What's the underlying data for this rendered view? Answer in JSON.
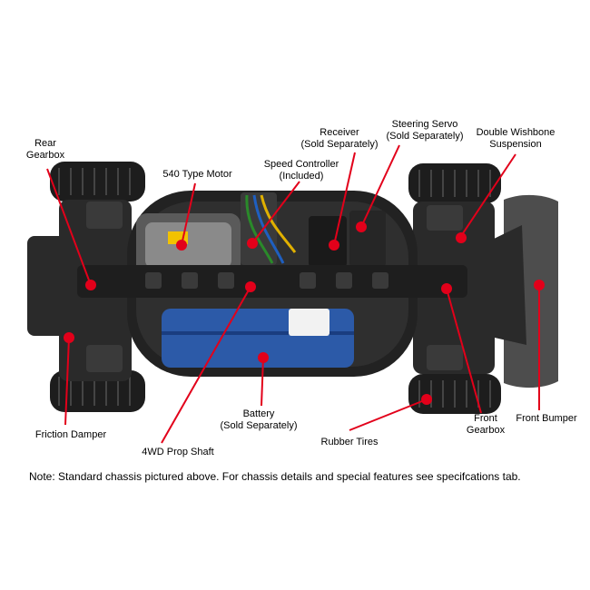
{
  "labels": {
    "rear_gearbox": [
      "Rear",
      "Gearbox"
    ],
    "motor": [
      "540 Type Motor"
    ],
    "speed_controller": [
      "Speed Controller",
      "(Included)"
    ],
    "receiver": [
      "Receiver",
      "(Sold Separately)"
    ],
    "steering_servo": [
      "Steering Servo",
      "(Sold Separately)"
    ],
    "double_wishbone": [
      "Double Wishbone",
      "Suspension"
    ],
    "friction_damper": [
      "Friction Damper"
    ],
    "prop_shaft": [
      "4WD Prop Shaft"
    ],
    "battery": [
      "Battery",
      "(Sold Separately)"
    ],
    "rubber_tires": [
      "Rubber Tires"
    ],
    "front_gearbox": [
      "Front",
      "Gearbox"
    ],
    "front_bumper": [
      "Front Bumper"
    ]
  },
  "note": "Note: Standard chassis pictured above. For chassis details and special features see specifcations tab.",
  "colors": {
    "callout": "#e2001a",
    "chassis": "#2b2b2b",
    "tire": "#1c1c1c",
    "bumper": "#4a4a4a",
    "battery": "#2c5aa8"
  }
}
